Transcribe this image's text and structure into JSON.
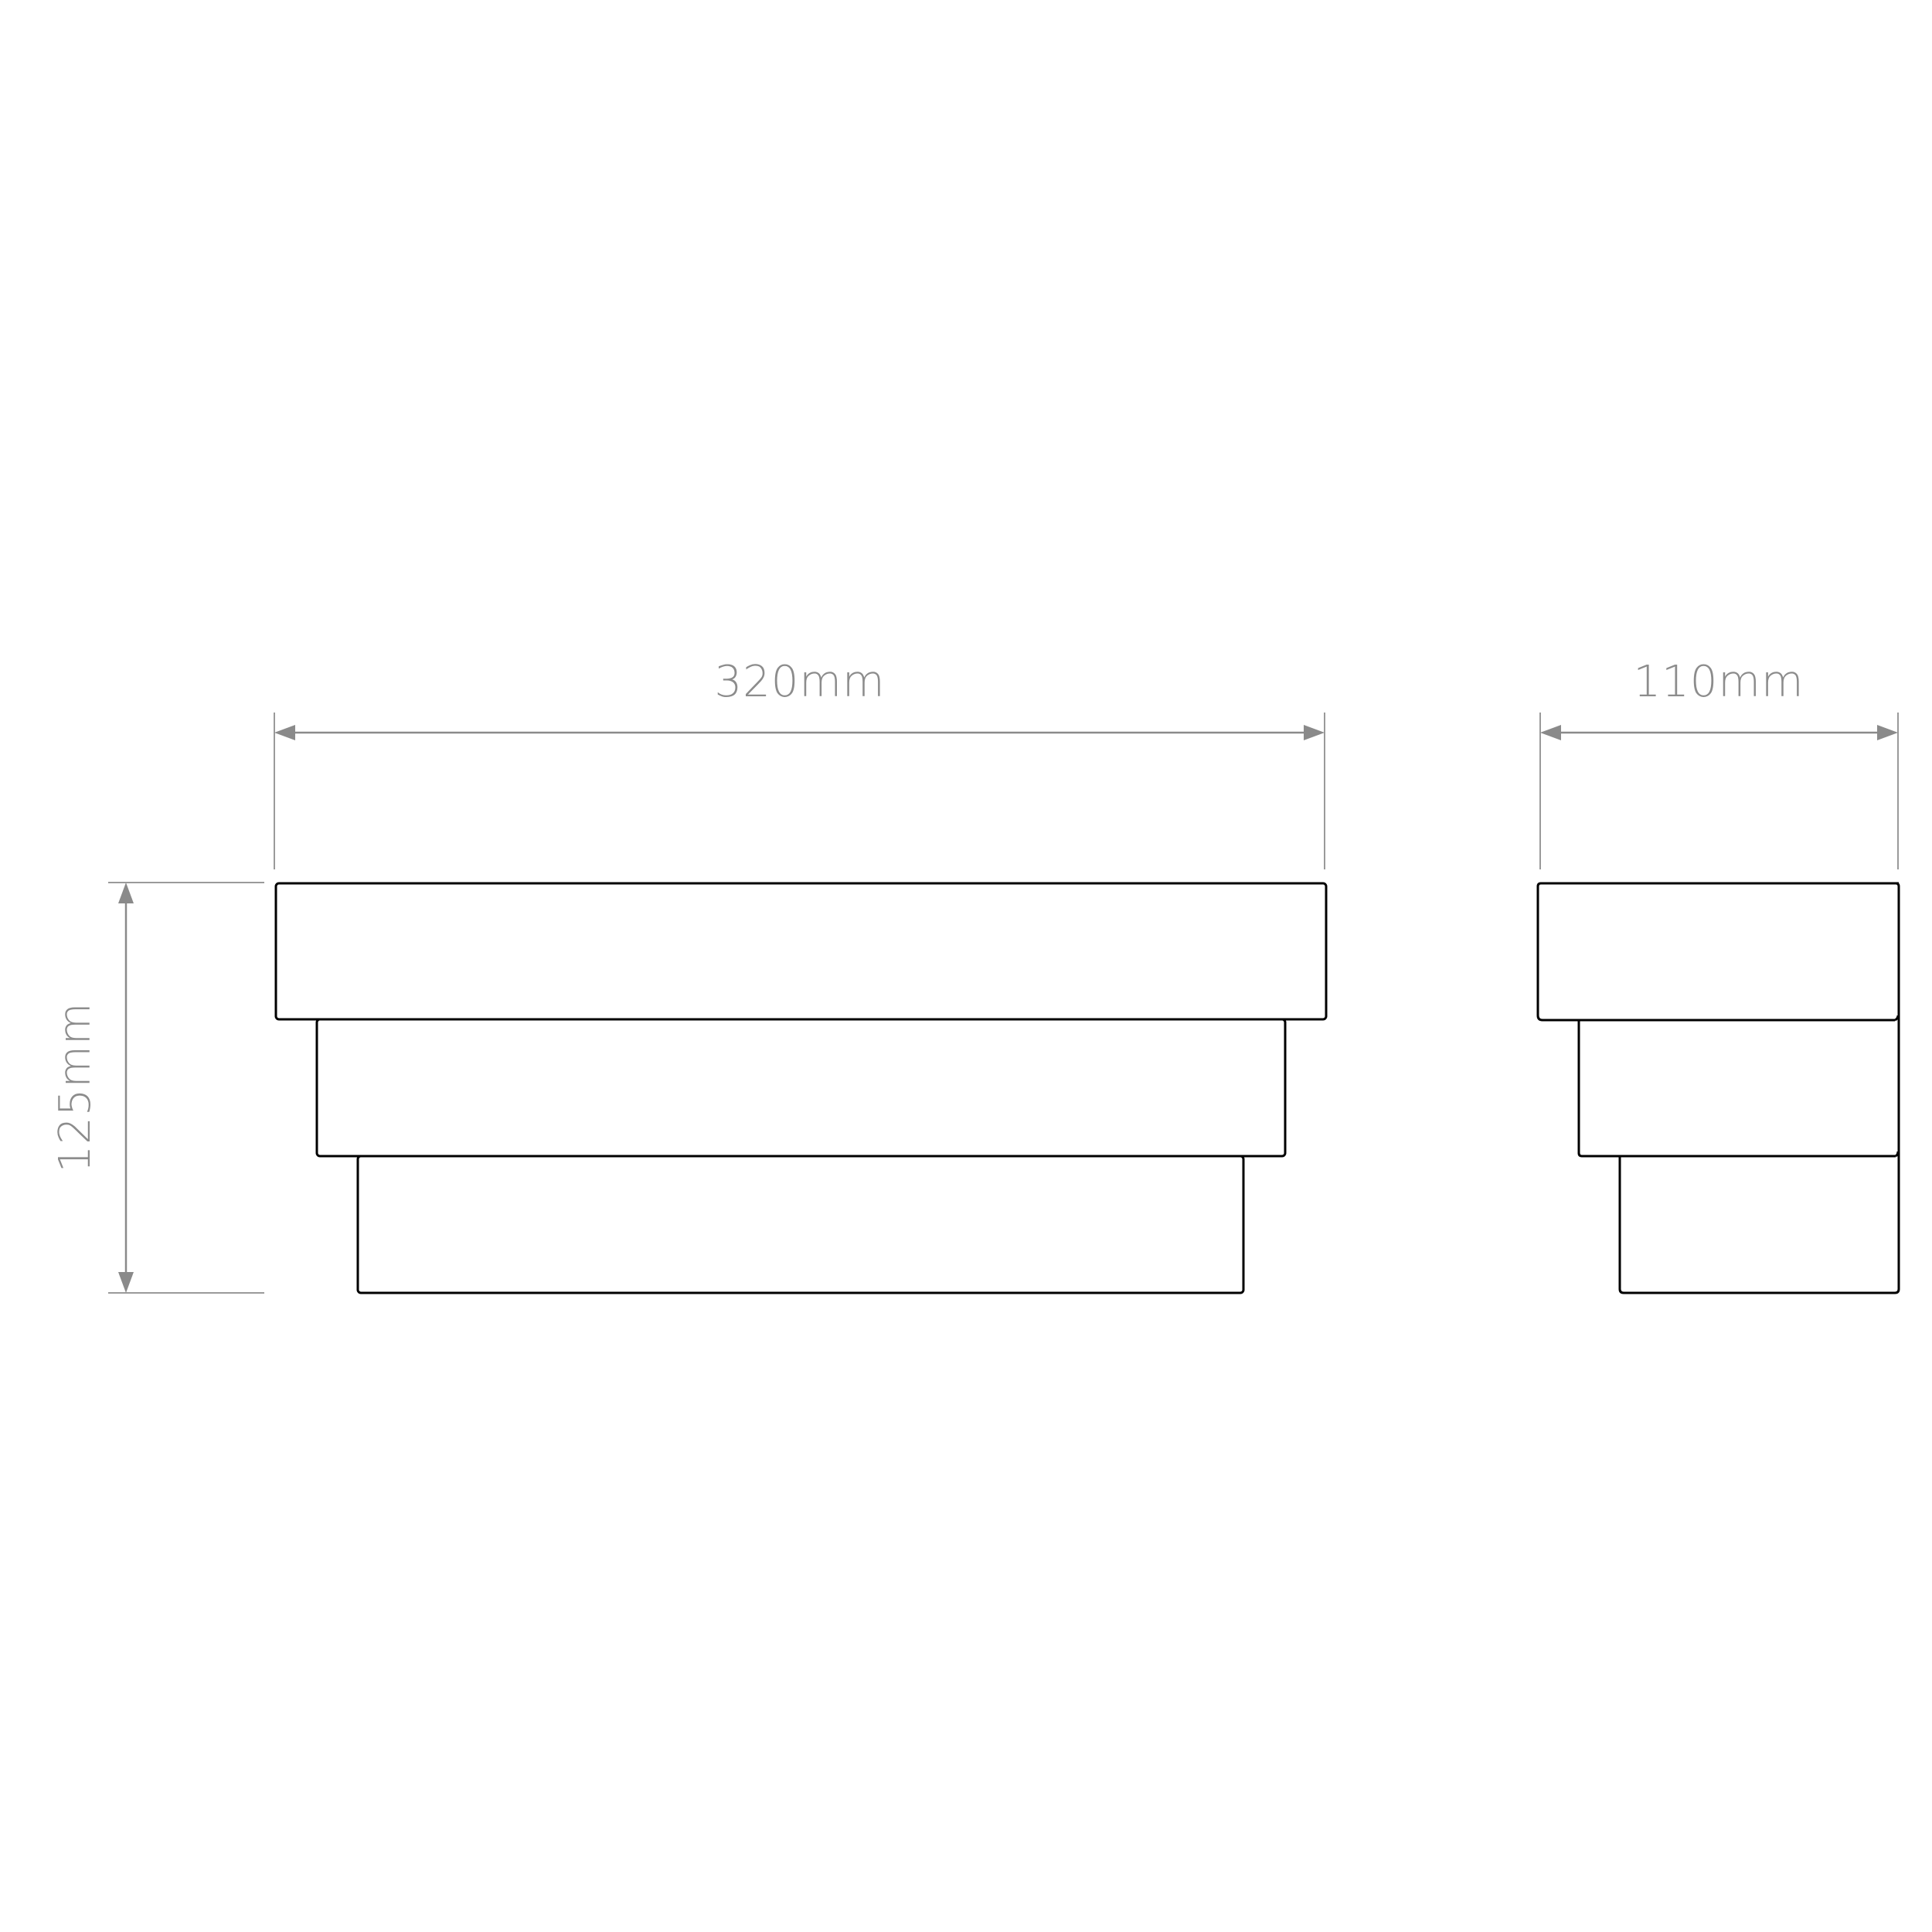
{
  "dimensions": {
    "width": "320mm",
    "depth": "110mm",
    "height": "125mm"
  },
  "colors": {
    "outline": "#000000",
    "dimension": "#8a8a8a",
    "background": "#ffffff"
  }
}
